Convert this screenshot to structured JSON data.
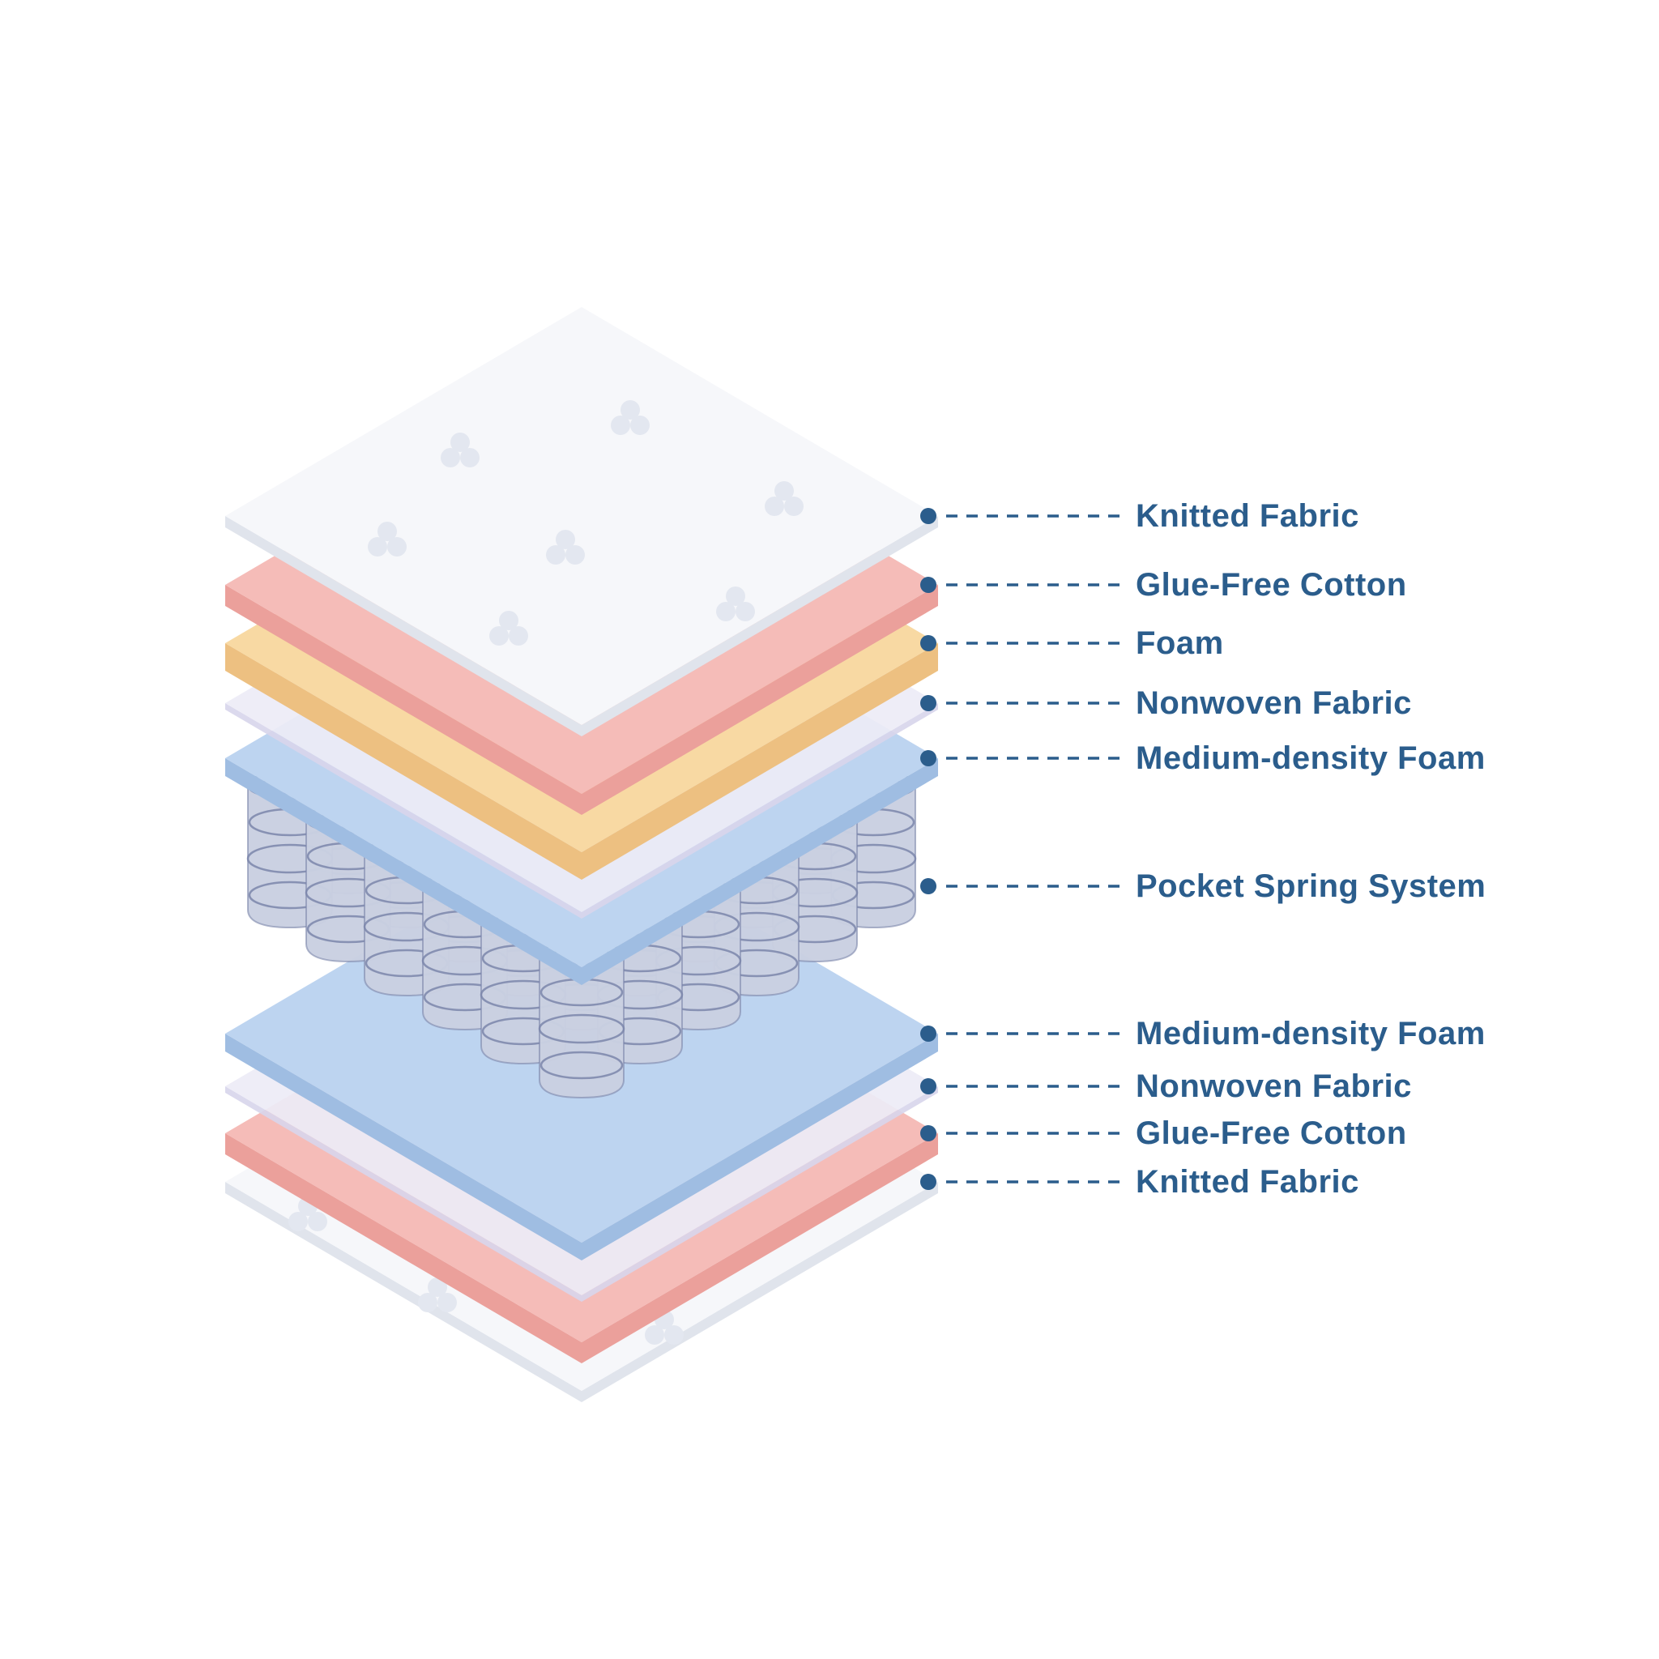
{
  "diagram": {
    "background": "#ffffff",
    "labels": [
      {
        "text": "Knitted Fabric"
      },
      {
        "text": "Glue-Free Cotton"
      },
      {
        "text": "Foam"
      },
      {
        "text": "Nonwoven Fabric"
      },
      {
        "text": "Medium-density Foam"
      },
      {
        "text": "Pocket Spring System"
      },
      {
        "text": "Medium-density Foam"
      },
      {
        "text": "Nonwoven Fabric"
      },
      {
        "text": "Glue-Free Cotton"
      },
      {
        "text": "Knitted Fabric"
      }
    ],
    "colors": {
      "label_text": "#2b5d8c",
      "leader": "#2b5d8c",
      "knitted_top": "#f6f7fa",
      "knitted_side": "#e0e4ec",
      "knitted_tuft": "#e3e7f0",
      "cotton_top": "#f5bcb8",
      "cotton_side": "#eba09b",
      "foam_top": "#f8d9a3",
      "foam_side": "#edc081",
      "nonwoven_top": "#edecf7",
      "nonwoven_side": "#d9d6ec",
      "mdfoam_top": "#bdd4f0",
      "mdfoam_side": "#9fbde2",
      "spring_body": "#c9cfe1",
      "spring_ring": "#7b86aa",
      "spring_top": "#dee3ef"
    }
  }
}
